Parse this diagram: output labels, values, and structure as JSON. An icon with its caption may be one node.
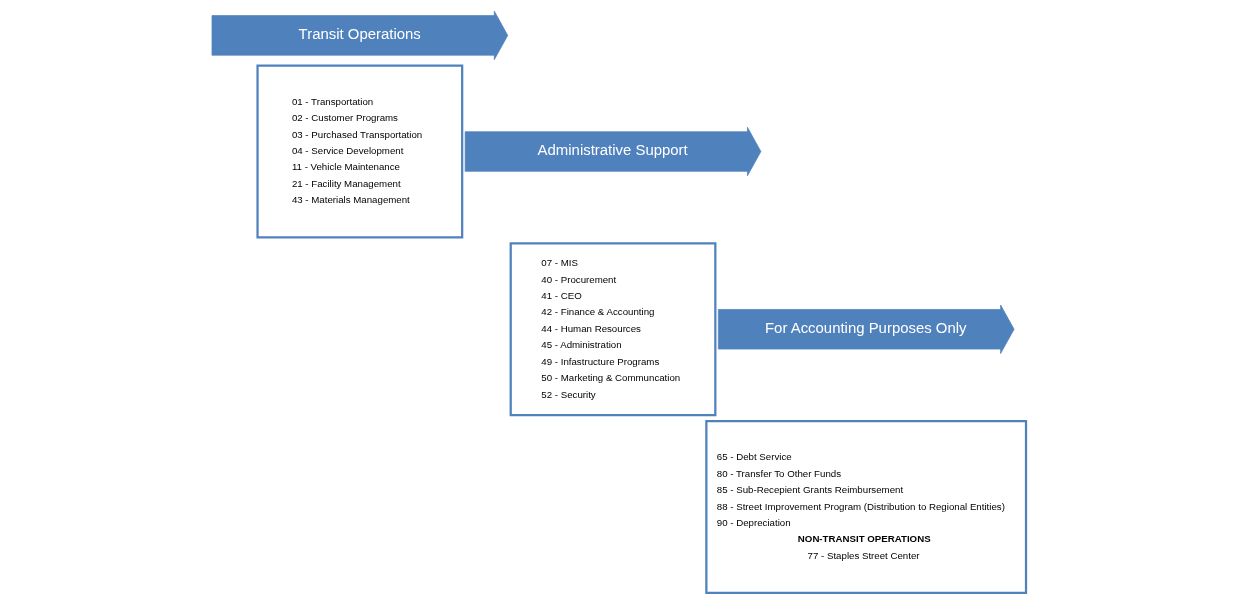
{
  "diagram": {
    "nodes": [
      {
        "text": [
          "Transit Operations"
        ]
      },
      {
        "text": [
          "01 - Transportation",
          "02 - Customer Programs",
          "03 - Purchased Transportation",
          "04 - Service Development",
          "11 - Vehicle Maintenance",
          "21 - Facility Management",
          "43 - Materials Management"
        ]
      },
      {
        "text": [
          "Administrative Support"
        ]
      },
      {
        "text": [
          "07 - MIS",
          "40 - Procurement",
          "41 - CEO",
          "42 - Finance & Accounting",
          "44 - Human Resources",
          "45 - Administration",
          "49 - Infastructure Programs",
          "50 - Marketing & Communcation",
          "52 - Security"
        ]
      },
      {
        "text": [
          "For Accounting Purposes Only"
        ]
      },
      {
        "text": [
          "65 - Debt Service",
          "80 - Transfer To Other Funds",
          "85 - Sub-Recepient Grants Reimbursement",
          "88 - Street Improvement Program (Distribution to Regional Entities)",
          "90 - Depreciation",
          "NON-TRANSIT OPERATIONS",
          "77 - Staples Street Center"
        ]
      }
    ],
    "edges": []
  }
}
